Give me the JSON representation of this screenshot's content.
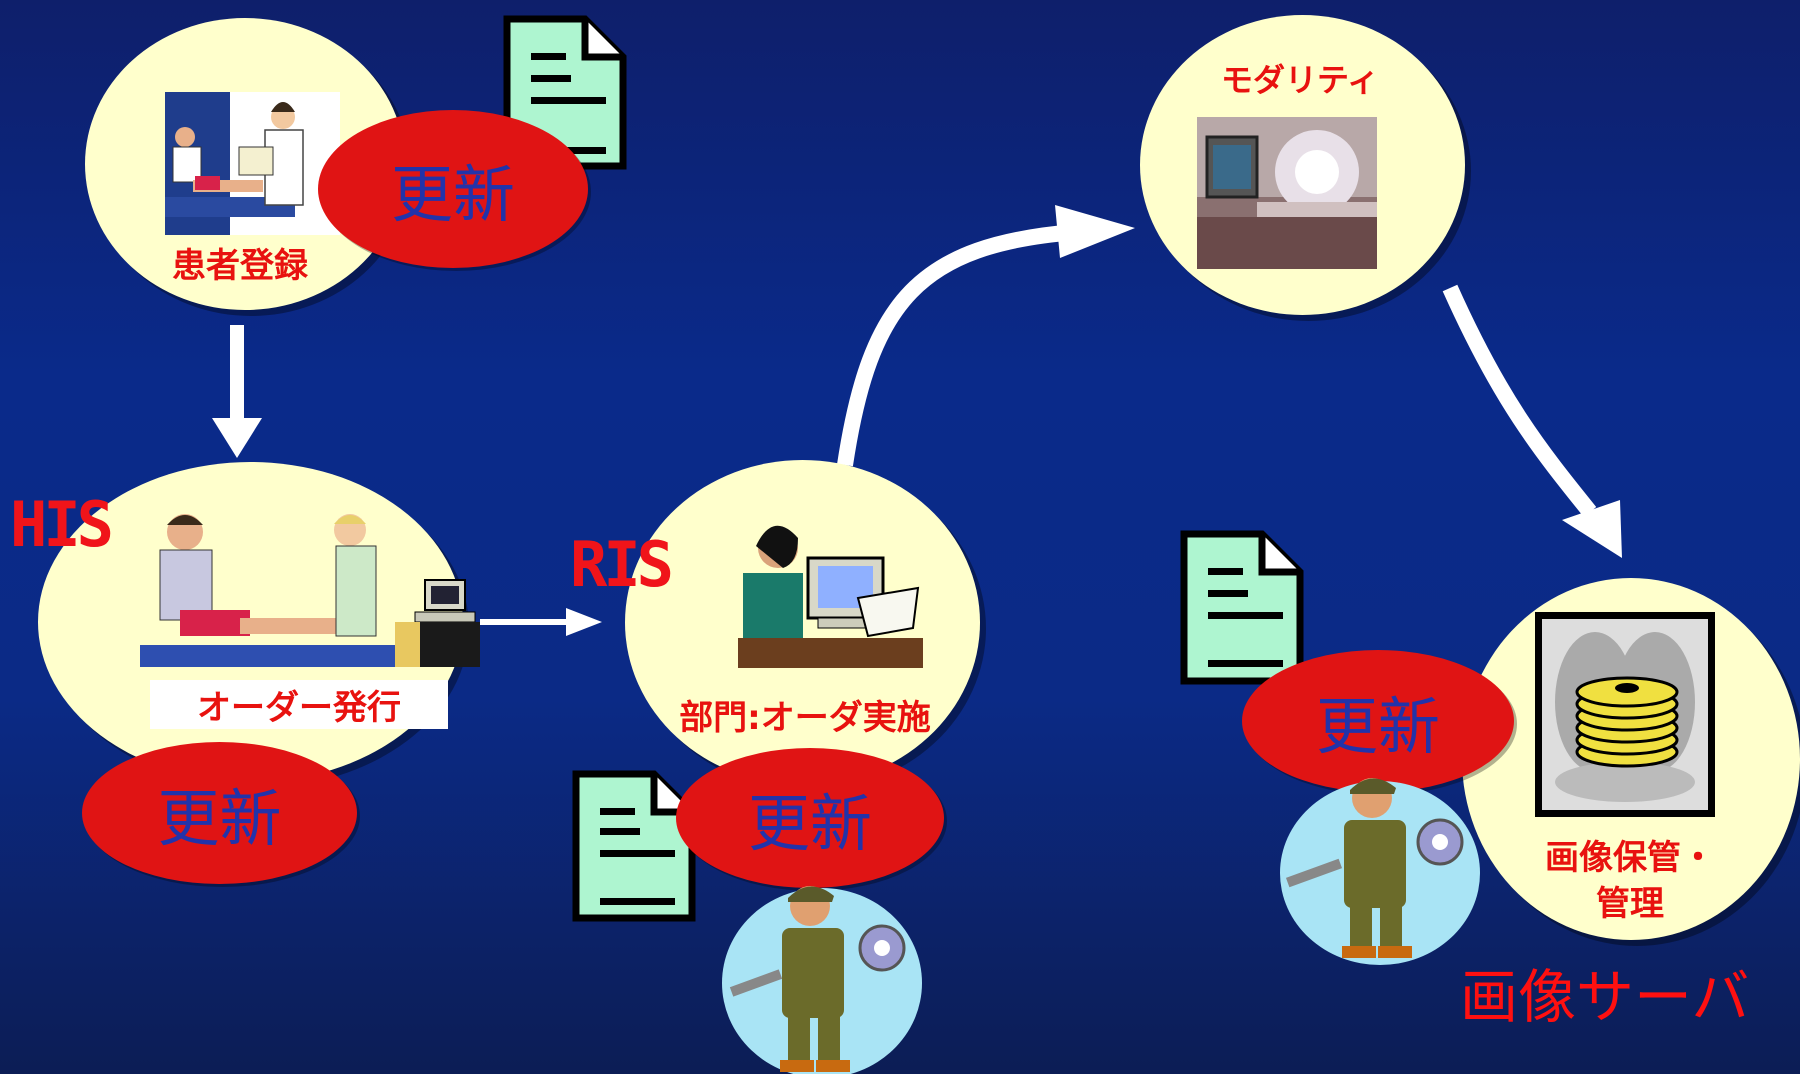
{
  "systems": {
    "his": "HIS",
    "ris": "RIS",
    "image_server": "画像サーバ"
  },
  "nodes": {
    "registration": "患者登録",
    "order_issue": "オーダー発行",
    "department": "部門:オーダ実施",
    "modality": "モダリティ",
    "storage_line1": "画像保管・",
    "storage_line2": "管理"
  },
  "update_label": "更新",
  "colors": {
    "background": "#0b2a86",
    "node_fill": "#ffffcc",
    "update_fill": "#e01414",
    "label_red": "#e8120f",
    "update_text": "#2233aa",
    "document": "#aef5d0"
  }
}
